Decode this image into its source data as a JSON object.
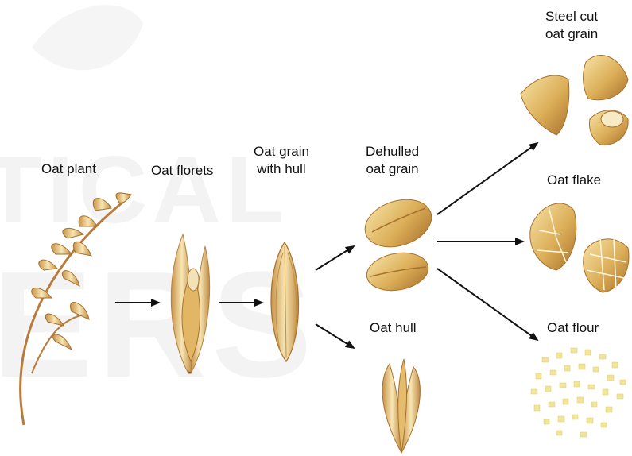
{
  "stages": {
    "oat_plant": {
      "label": "Oat plant"
    },
    "oat_florets": {
      "label": "Oat florets"
    },
    "oat_grain_with_hull": {
      "line1": "Oat grain",
      "line2": "with hull"
    },
    "dehulled_oat_grain": {
      "line1": "Dehulled",
      "line2": "oat grain"
    },
    "oat_hull": {
      "label": "Oat hull"
    },
    "steel_cut": {
      "line1": "Steel cut",
      "line2": "oat grain"
    },
    "oat_flake": {
      "label": "Oat flake"
    },
    "oat_flour": {
      "label": "Oat flour"
    }
  },
  "watermark": {
    "line1": "TICAL",
    "line2": "ERS"
  },
  "colors": {
    "text": "#111111",
    "arrow": "#111111",
    "grain_light": "#f3d98a",
    "grain_mid": "#dcae58",
    "grain_dark": "#a8712d",
    "stem": "#b97a3c",
    "flour": "#f2e49a"
  }
}
